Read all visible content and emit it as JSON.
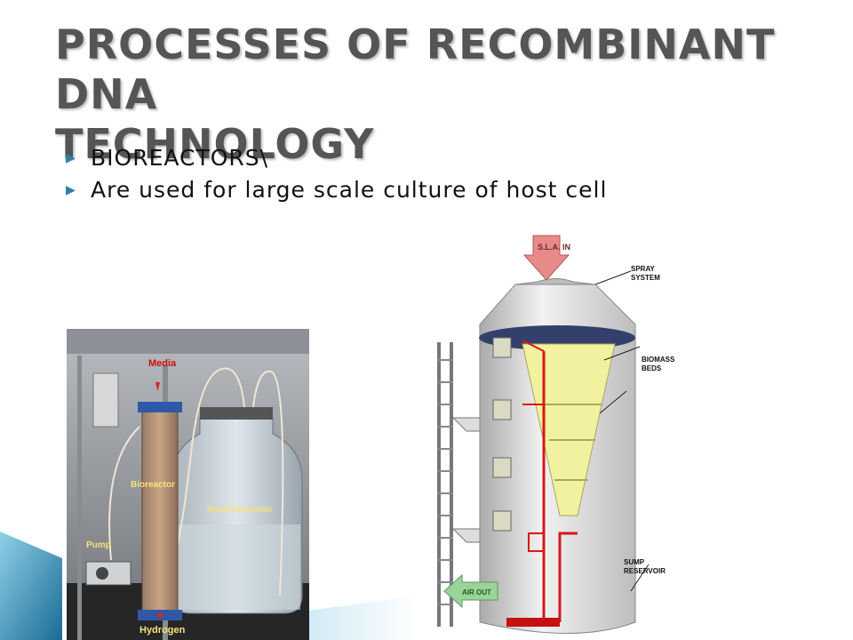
{
  "slide": {
    "title_line1": "PROCESSES OF RECOMBINANT DNA",
    "title_line2": "TECHNOLOGY",
    "bullets": [
      "BIOREACTORS\\",
      "Are used for large scale culture of host cell"
    ],
    "bullet_icon": "triangle-right-icon",
    "accent_color": "#2f7fa8"
  },
  "photo": {
    "labels": {
      "media": "Media",
      "bioreactor": "Bioreactor",
      "input_reservoir": "Input Reservoir",
      "pump": "Pump",
      "hydrogen": "Hydrogen"
    }
  },
  "diagram": {
    "labels": {
      "sla_in": "S.L.A. IN",
      "spray_1": "SPRAY",
      "spray_2": "SYSTEM",
      "biomass_1": "BIOMASS",
      "biomass_2": "BEDS",
      "sump_1": "SUMP",
      "sump_2": "RESERVOIR",
      "air_out": "AIR OUT"
    }
  }
}
